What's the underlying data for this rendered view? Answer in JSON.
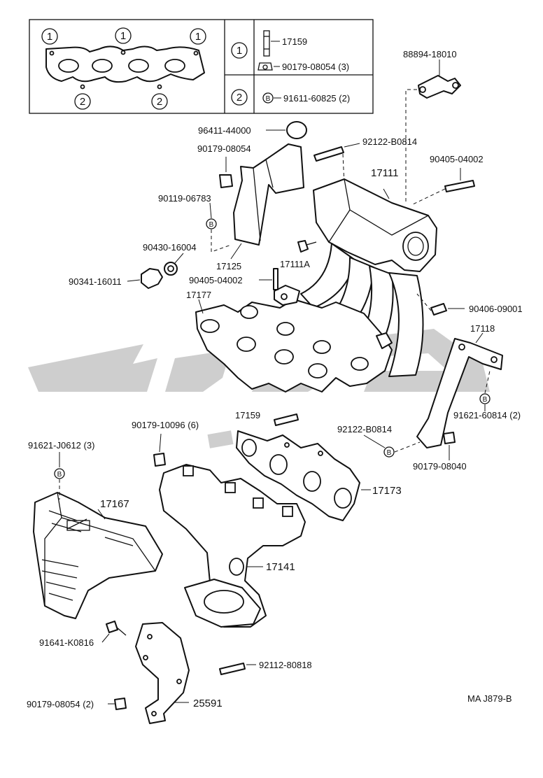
{
  "legend": {
    "marker_1": "1",
    "marker_2": "2",
    "marker_b": "B",
    "row1_part_a": "17159",
    "row1_part_b": "90179-08054 (3)",
    "row2_part": "91611-60825 (2)"
  },
  "labels": {
    "p88894_18010": "88894-18010",
    "p96411_44000": "96411-44000",
    "p92122_b0814_top": "92122-B0814",
    "p90179_08054": "90179-08054",
    "p90405_04002_right": "90405-04002",
    "p17111": "17111",
    "p90119_06783": "90119-06783",
    "p90430_16004": "90430-16004",
    "p17125": "17125",
    "p17111a": "17111A",
    "p90341_16011": "90341-16011",
    "p90405_04002_mid": "90405-04002",
    "p17177": "17177",
    "p90406_09001": "90406-09001",
    "p17118": "17118",
    "p91621_60814": "91621-60814 (2)",
    "p17159": "17159",
    "p90179_10096": "90179-10096 (6)",
    "p92122_b0814_low": "92122-B0814",
    "p91621_j0612": "91621-J0612 (3)",
    "p90179_08040": "90179-08040",
    "p17173": "17173",
    "p17167": "17167",
    "p17141": "17141",
    "p91641_k0816": "91641-K0816",
    "p92112_80818": "92112-80818",
    "p90179_08054_2": "90179-08054 (2)",
    "p25591": "25591",
    "diagram_code": "MA J879-B"
  }
}
